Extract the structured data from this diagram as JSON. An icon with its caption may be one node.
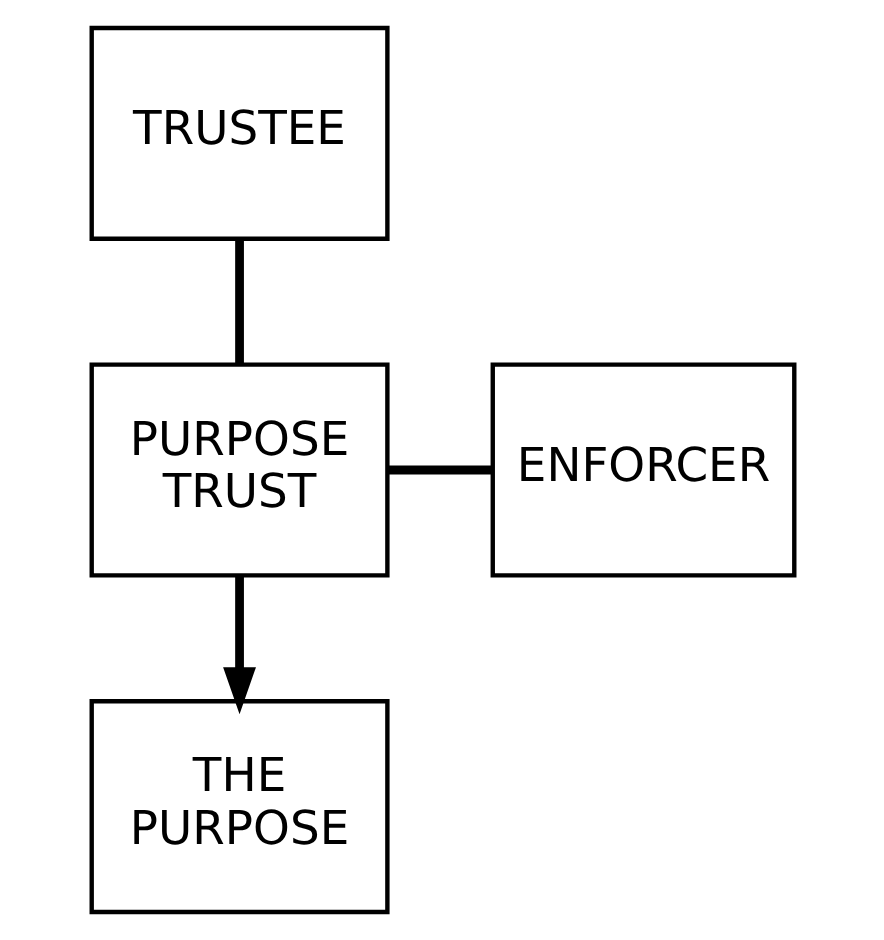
{
  "diagram": {
    "nodes": [
      {
        "text": [
          "TRUSTEE"
        ]
      },
      {
        "text": [
          "PURPOSE TRUST"
        ]
      },
      {
        "text": [
          "ENFORCER"
        ]
      },
      {
        "text": [
          "THE PURPOSE"
        ]
      }
    ],
    "edges": [
      {
        "from": 0,
        "to": 1,
        "arrow": "none"
      },
      {
        "from": 1,
        "to": 2,
        "arrow": "none"
      },
      {
        "from": 1,
        "to": 3,
        "arrow": "to"
      }
    ]
  }
}
